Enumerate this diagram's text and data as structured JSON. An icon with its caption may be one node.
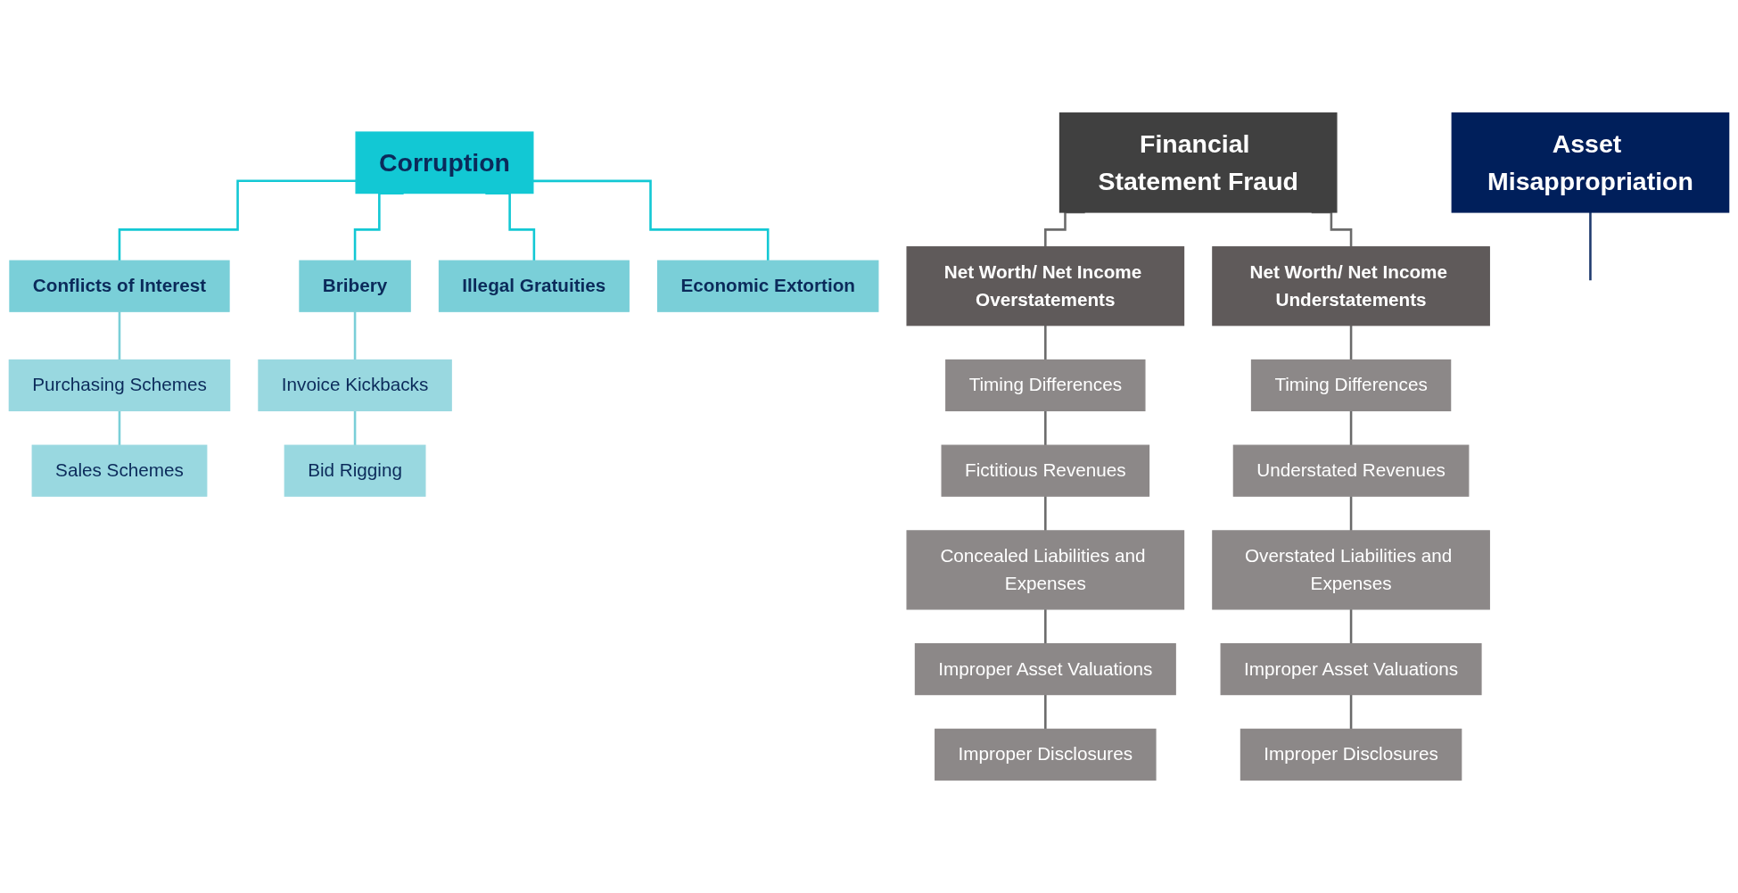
{
  "diagram": {
    "nodes": [
      {
        "text": [
          "Corruption"
        ]
      },
      {
        "text": [
          "Asset Misappropriation"
        ]
      },
      {
        "text": [
          "Financial Statement Fraud"
        ]
      },
      {
        "text": [
          "Conflicts of Interest"
        ]
      },
      {
        "text": [
          "Bribery"
        ]
      },
      {
        "text": [
          "Illegal Gratuities"
        ]
      },
      {
        "text": [
          "Economic Extortion"
        ]
      },
      {
        "text": [
          "Purchasing Schemes"
        ]
      },
      {
        "text": [
          "Sales Schemes"
        ]
      },
      {
        "text": [
          "Invoice Kickbacks"
        ]
      },
      {
        "text": [
          "Bid Rigging"
        ]
      },
      {
        "text": [
          "Net Worth/ Net Income Overstatements"
        ]
      },
      {
        "text": [
          "Net Worth/ Net Income Understatements"
        ]
      },
      {
        "text": [
          "Timing Differences"
        ]
      },
      {
        "text": [
          "Fictitious Revenues"
        ]
      },
      {
        "text": [
          "Concealed Liabilities and Expenses"
        ]
      },
      {
        "text": [
          "Improper Asset Valuations"
        ]
      },
      {
        "text": [
          "Improper Disclosures"
        ]
      },
      {
        "text": [
          "Timing Differences"
        ]
      },
      {
        "text": [
          "Understated Revenues"
        ]
      },
      {
        "text": [
          "Overstated Liabilities and Expenses"
        ]
      },
      {
        "text": [
          "Improper Asset Valuations"
        ]
      },
      {
        "text": [
          "Improper Disclosures"
        ]
      }
    ],
    "edges": [
      {
        "from": 0,
        "to": 3,
        "arrow": "none",
        "color": "#12c8d4"
      },
      {
        "from": 0,
        "to": 4,
        "arrow": "none",
        "color": "#12c8d4"
      },
      {
        "from": 0,
        "to": 5,
        "arrow": "none",
        "color": "#12c8d4"
      },
      {
        "from": 0,
        "to": 6,
        "arrow": "none",
        "color": "#12c8d4"
      },
      {
        "from": 3,
        "to": 7,
        "arrow": "none",
        "color": "#7acfd8"
      },
      {
        "from": 7,
        "to": 8,
        "arrow": "none",
        "color": "#7acfd8"
      },
      {
        "from": 4,
        "to": 9,
        "arrow": "none",
        "color": "#7acfd8"
      },
      {
        "from": 9,
        "to": 10,
        "arrow": "none",
        "color": "#7acfd8"
      },
      {
        "from": 1,
        "to": null,
        "arrow": "none",
        "color": "#1f3a6e"
      },
      {
        "from": 2,
        "to": 11,
        "arrow": "none"
      },
      {
        "from": 2,
        "to": 12,
        "arrow": "none"
      },
      {
        "from": 11,
        "to": 13,
        "arrow": "none"
      },
      {
        "from": 13,
        "to": 14,
        "arrow": "none"
      },
      {
        "from": 14,
        "to": 15,
        "arrow": "none"
      },
      {
        "from": 15,
        "to": 16,
        "arrow": "none"
      },
      {
        "from": 16,
        "to": 17,
        "arrow": "none"
      },
      {
        "from": 12,
        "to": 18,
        "arrow": "none"
      },
      {
        "from": 18,
        "to": 19,
        "arrow": "none"
      },
      {
        "from": 19,
        "to": 20,
        "arrow": "none"
      },
      {
        "from": 20,
        "to": 21,
        "arrow": "none"
      },
      {
        "from": 21,
        "to": 22,
        "arrow": "none"
      }
    ]
  }
}
